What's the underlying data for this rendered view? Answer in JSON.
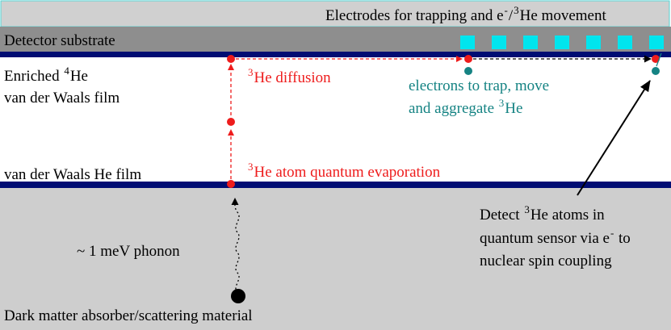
{
  "labels": {
    "electrodes": {
      "pre": "Electrodes for trapping and e",
      "sup1": "-",
      "mid": "/",
      "sup2": "3",
      "post": "He movement"
    },
    "substrate": "Detector substrate",
    "enriched": {
      "pre": "Enriched ",
      "sup": "4",
      "post": "He"
    },
    "vdw_film": "van der Waals film",
    "vdw_he_film": "van der Waals He film",
    "diffusion": {
      "sup": "3",
      "post": "He diffusion"
    },
    "electrons_line1": "electrons to trap, move",
    "electrons_line2": {
      "pre": "and aggregate ",
      "sup": "3",
      "post": "He"
    },
    "evaporation": {
      "sup": "3",
      "post": "He atom quantum evaporation"
    },
    "phonon": "~ 1 meV phonon",
    "detect_line1": {
      "pre": "Detect ",
      "sup": "3",
      "post": "He atoms in"
    },
    "detect_line2": {
      "pre": "quantum sensor via e",
      "sup": "-",
      "post": " to"
    },
    "detect_line3": "nuclear spin coupling",
    "absorber": "Dark matter absorber/scattering material"
  },
  "colors": {
    "electrode_band": "#d0d0d0",
    "substrate": "#8e8e8e",
    "film_line": "#000d73",
    "absorber": "#cecece",
    "electrode_pad": "#00e5ee",
    "helium3": "#ee1c1c",
    "electron": "#158383",
    "text": "#000000"
  },
  "icons": {
    "helium3_atom": "red-dot",
    "electron": "teal-dot",
    "dark_matter_particle": "black-dot",
    "phonon_path": "wavy-dotted-line"
  }
}
